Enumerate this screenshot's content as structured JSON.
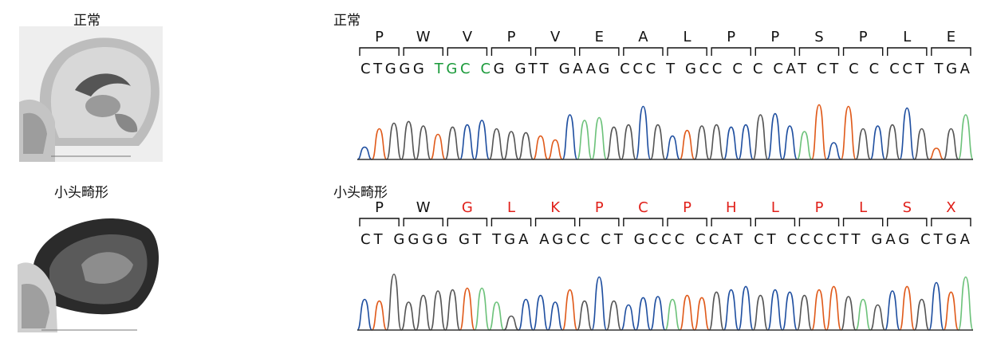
{
  "panels": [
    {
      "thumb_label": "正常",
      "label": "正常",
      "codons": [
        {
          "aa": "P",
          "mut": false
        },
        {
          "aa": "W",
          "mut": false
        },
        {
          "aa": "V",
          "mut": false
        },
        {
          "aa": "P",
          "mut": false
        },
        {
          "aa": "V",
          "mut": false
        },
        {
          "aa": "E",
          "mut": false
        },
        {
          "aa": "A",
          "mut": false
        },
        {
          "aa": "L",
          "mut": false
        },
        {
          "aa": "P",
          "mut": false
        },
        {
          "aa": "P",
          "mut": false
        },
        {
          "aa": "S",
          "mut": false
        },
        {
          "aa": "P",
          "mut": false
        },
        {
          "aa": "L",
          "mut": false
        },
        {
          "aa": "E",
          "mut": false
        }
      ],
      "seq_groups": [
        {
          "text": "CTGGG ",
          "color": "#111111"
        },
        {
          "text": "TGC C",
          "color": "#1a9a3a"
        },
        {
          "text": "G GTT GAAG CCC T GCC C  C CAT CT  C C CCT TGA",
          "color": "#111111"
        }
      ],
      "peaks": [
        "#1f4fa0",
        "#e05a1a",
        "#555555",
        "#555555",
        "#555555",
        "#e05a1a",
        "#555555",
        "#1f4fa0",
        "#1f4fa0",
        "#555555",
        "#555555",
        "#555555",
        "#e05a1a",
        "#e05a1a",
        "#1f4fa0",
        "#6cc27a",
        "#6cc27a",
        "#555555",
        "#555555",
        "#1f4fa0",
        "#555555",
        "#1f4fa0",
        "#e05a1a",
        "#555555",
        "#555555",
        "#1f4fa0",
        "#1f4fa0",
        "#555555",
        "#1f4fa0",
        "#1f4fa0",
        "#6cc27a",
        "#e05a1a",
        "#1f4fa0",
        "#e05a1a",
        "#555555",
        "#1f4fa0",
        "#555555",
        "#1f4fa0",
        "#555555",
        "#e05a1a",
        "#555555",
        "#6cc27a"
      ],
      "heights": [
        0.22,
        0.55,
        0.65,
        0.68,
        0.6,
        0.45,
        0.58,
        0.62,
        0.7,
        0.55,
        0.5,
        0.48,
        0.42,
        0.35,
        0.8,
        0.7,
        0.75,
        0.58,
        0.62,
        0.95,
        0.62,
        0.42,
        0.52,
        0.6,
        0.62,
        0.58,
        0.62,
        0.8,
        0.82,
        0.6,
        0.5,
        0.98,
        0.3,
        0.95,
        0.55,
        0.6,
        0.62,
        0.92,
        0.55,
        0.2,
        0.55,
        0.8
      ]
    },
    {
      "thumb_label": "小头畸形",
      "label": "小头畸形",
      "codons": [
        {
          "aa": "P",
          "mut": false
        },
        {
          "aa": "W",
          "mut": false
        },
        {
          "aa": "G",
          "mut": true
        },
        {
          "aa": "L",
          "mut": true
        },
        {
          "aa": "K",
          "mut": true
        },
        {
          "aa": "P",
          "mut": true
        },
        {
          "aa": "C",
          "mut": true
        },
        {
          "aa": "P",
          "mut": true
        },
        {
          "aa": "H",
          "mut": true
        },
        {
          "aa": "L",
          "mut": true
        },
        {
          "aa": "P",
          "mut": true
        },
        {
          "aa": "L",
          "mut": true
        },
        {
          "aa": "S",
          "mut": true
        },
        {
          "aa": "X",
          "mut": true
        }
      ],
      "seq_groups": [
        {
          "text": "CT  GGGG  GT  TGA AGCC CT   GCCC CCAT  CT   CCCCTT  GAG  CTGA",
          "color": "#111111"
        }
      ],
      "peaks": [
        "#1f4fa0",
        "#e05a1a",
        "#555555",
        "#555555",
        "#555555",
        "#555555",
        "#555555",
        "#e05a1a",
        "#6cc27a",
        "#6cc27a",
        "#555555",
        "#1f4fa0",
        "#1f4fa0",
        "#1f4fa0",
        "#e05a1a",
        "#555555",
        "#1f4fa0",
        "#555555",
        "#1f4fa0",
        "#1f4fa0",
        "#1f4fa0",
        "#6cc27a",
        "#e05a1a",
        "#e05a1a",
        "#555555",
        "#1f4fa0",
        "#1f4fa0",
        "#555555",
        "#1f4fa0",
        "#1f4fa0",
        "#555555",
        "#e05a1a",
        "#e05a1a",
        "#555555",
        "#6cc27a",
        "#555555",
        "#1f4fa0",
        "#e05a1a",
        "#555555",
        "#1f4fa0",
        "#e05a1a",
        "#6cc27a"
      ],
      "heights": [
        0.55,
        0.52,
        1.0,
        0.5,
        0.62,
        0.7,
        0.72,
        0.75,
        0.75,
        0.5,
        0.25,
        0.55,
        0.62,
        0.5,
        0.72,
        0.52,
        0.95,
        0.52,
        0.45,
        0.58,
        0.6,
        0.55,
        0.62,
        0.58,
        0.68,
        0.72,
        0.78,
        0.62,
        0.72,
        0.68,
        0.62,
        0.72,
        0.78,
        0.6,
        0.55,
        0.45,
        0.7,
        0.78,
        0.55,
        0.85,
        0.68,
        0.95
      ]
    }
  ]
}
